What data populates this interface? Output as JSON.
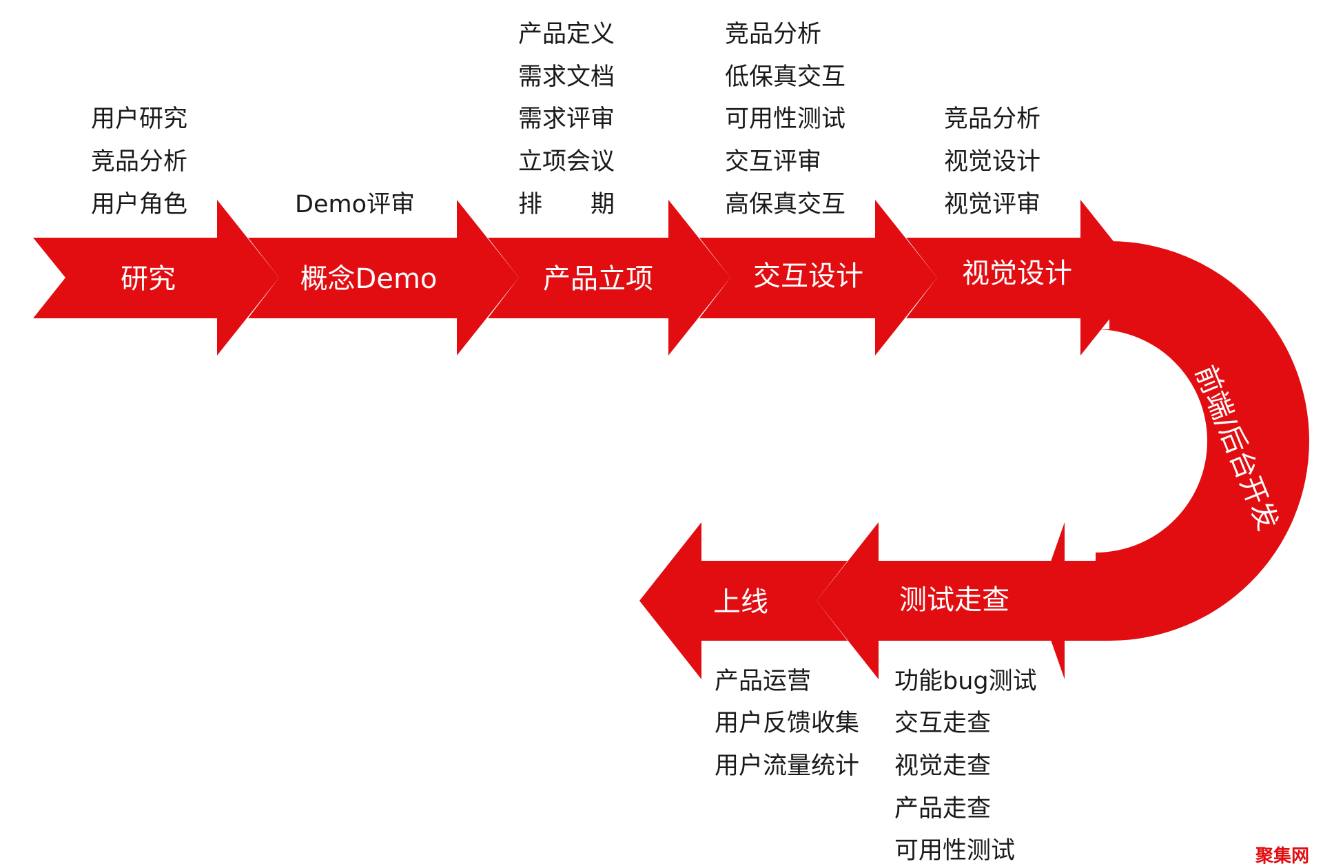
{
  "stages_top": [
    {
      "label": "研究",
      "notes": [
        "用户研究",
        "竞品分析",
        "用户角色"
      ]
    },
    {
      "label": "概念Demo",
      "notes": [
        "Demo评审"
      ]
    },
    {
      "label": "产品立项",
      "notes": [
        "产品定义",
        "需求文档",
        "需求评审",
        "立项会议",
        "排　　期"
      ]
    },
    {
      "label": "交互设计",
      "notes": [
        "竞品分析",
        "低保真交互",
        "可用性测试",
        "交互评审",
        "高保真交互"
      ]
    },
    {
      "label": "视觉设计",
      "notes": [
        "竞品分析",
        "视觉设计",
        "视觉评审"
      ]
    }
  ],
  "curve_stage": {
    "label": "前端/后台开发"
  },
  "stages_bottom": [
    {
      "label": "测试走查",
      "notes": [
        "功能bug测试",
        "交互走查",
        "视觉走查",
        "产品走查",
        "可用性测试"
      ]
    },
    {
      "label": "上线",
      "notes": [
        "产品运营",
        "用户反馈收集",
        "用户流量统计"
      ]
    }
  ],
  "watermark": "聚集网",
  "colors": {
    "arrow": "#e10d11",
    "stage_text": "#ffffff",
    "note_text": "#1a1a1a"
  }
}
